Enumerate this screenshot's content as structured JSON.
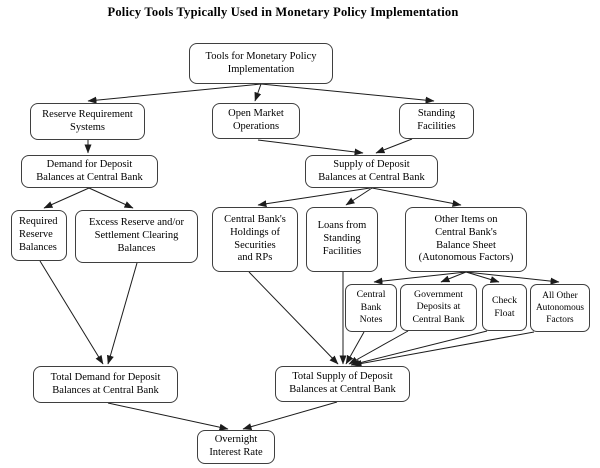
{
  "title": "Policy Tools Typically Used in Monetary Policy Implementation",
  "nodes": {
    "tools": {
      "label": "Tools for Monetary Policy\nImplementation"
    },
    "reserve_requirement": {
      "label": "Reserve Requirement\nSystems"
    },
    "open_market": {
      "label": "Open Market\nOperations"
    },
    "standing_facilities": {
      "label": "Standing\nFacilities"
    },
    "demand_deposit": {
      "label": "Demand for Deposit\nBalances at Central Bank"
    },
    "supply_deposit": {
      "label": "Supply of Deposit\nBalances at Central Bank"
    },
    "required_reserve": {
      "label": "Required\nReserve\nBalances"
    },
    "excess_reserve": {
      "label": "Excess Reserve and/or\nSettlement Clearing\nBalances"
    },
    "cb_holdings": {
      "label": "Central Bank's\nHoldings of\nSecurities\nand RPs"
    },
    "loans_standing": {
      "label": "Loans from\nStanding\nFacilities"
    },
    "other_items": {
      "label": "Other Items on\nCentral Bank's\nBalance Sheet\n(Autonomous Factors)"
    },
    "cb_notes": {
      "label": "Central\nBank\nNotes"
    },
    "gov_deposits": {
      "label": "Government\nDeposits at\nCentral Bank"
    },
    "check_float": {
      "label": "Check\nFloat"
    },
    "all_other": {
      "label": "All Other\nAutonomous\nFactors"
    },
    "total_demand": {
      "label": "Total Demand for Deposit\nBalances at Central Bank"
    },
    "total_supply": {
      "label": "Total Supply of Deposit\nBalances at Central Bank"
    },
    "overnight_rate": {
      "label": "Overnight\nInterest Rate"
    }
  },
  "edges": [
    {
      "from": "tools",
      "to": "reserve_requirement"
    },
    {
      "from": "tools",
      "to": "open_market"
    },
    {
      "from": "tools",
      "to": "standing_facilities"
    },
    {
      "from": "reserve_requirement",
      "to": "demand_deposit"
    },
    {
      "from": "demand_deposit",
      "to": "required_reserve"
    },
    {
      "from": "demand_deposit",
      "to": "excess_reserve"
    },
    {
      "from": "open_market",
      "to": "supply_deposit"
    },
    {
      "from": "standing_facilities",
      "to": "supply_deposit"
    },
    {
      "from": "supply_deposit",
      "to": "cb_holdings"
    },
    {
      "from": "supply_deposit",
      "to": "loans_standing"
    },
    {
      "from": "supply_deposit",
      "to": "other_items"
    },
    {
      "from": "other_items",
      "to": "cb_notes"
    },
    {
      "from": "other_items",
      "to": "gov_deposits"
    },
    {
      "from": "other_items",
      "to": "check_float"
    },
    {
      "from": "other_items",
      "to": "all_other"
    },
    {
      "from": "required_reserve",
      "to": "total_demand"
    },
    {
      "from": "excess_reserve",
      "to": "total_demand"
    },
    {
      "from": "cb_holdings",
      "to": "total_supply"
    },
    {
      "from": "loans_standing",
      "to": "total_supply"
    },
    {
      "from": "cb_notes",
      "to": "total_supply"
    },
    {
      "from": "gov_deposits",
      "to": "total_supply"
    },
    {
      "from": "check_float",
      "to": "total_supply"
    },
    {
      "from": "all_other",
      "to": "total_supply"
    },
    {
      "from": "total_demand",
      "to": "overnight_rate"
    },
    {
      "from": "total_supply",
      "to": "overnight_rate"
    }
  ]
}
